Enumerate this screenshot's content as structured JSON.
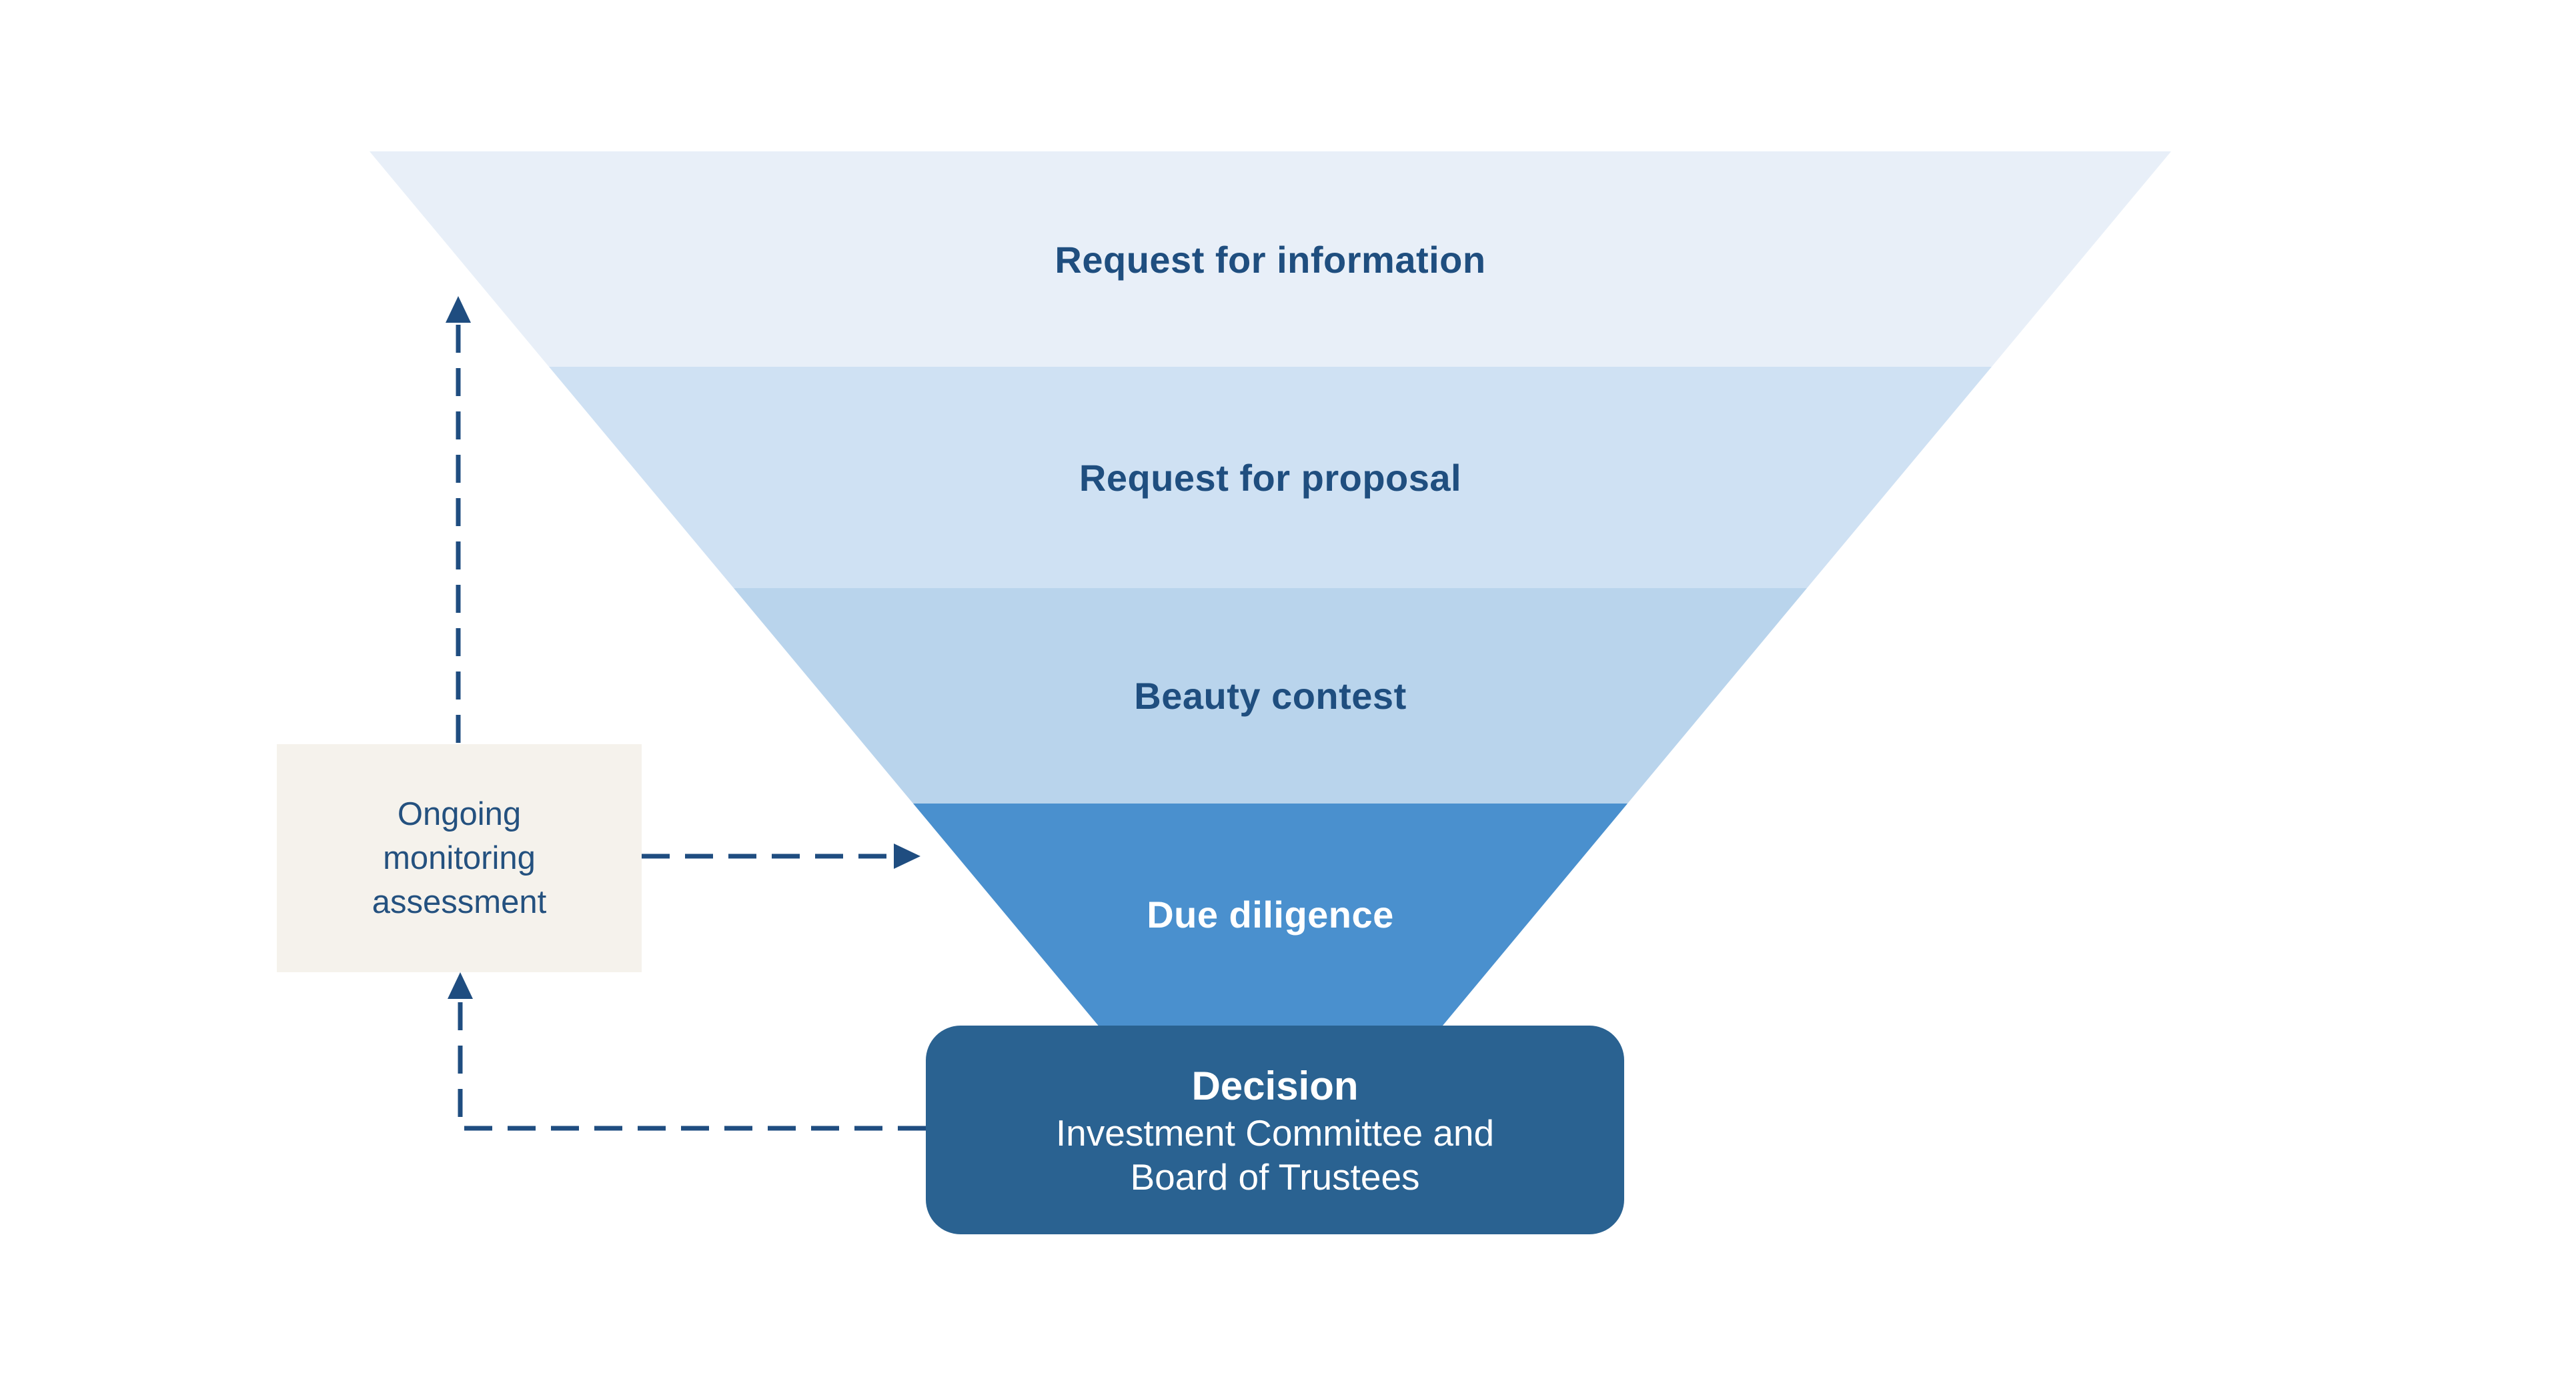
{
  "diagram": {
    "type": "funnel-process",
    "background_color": "#ffffff",
    "accent_navy": "#1f4d80"
  },
  "funnel": {
    "stages": [
      {
        "label": "Request for information",
        "color": "#e8eff8",
        "text_color": "#1f4e7f"
      },
      {
        "label": "Request for proposal",
        "color": "#cfe1f3",
        "text_color": "#1f4e7f"
      },
      {
        "label": "Beauty contest",
        "color": "#b9d4ec",
        "text_color": "#1f4e7f"
      },
      {
        "label": "Due diligence",
        "color": "#4a90ce",
        "text_color": "#ffffff"
      }
    ]
  },
  "decision": {
    "title": "Decision",
    "subtitle_line1": "Investment Committee and",
    "subtitle_line2": "Board of Trustees",
    "color": "#2a6291",
    "text_color": "#ffffff"
  },
  "side_box": {
    "line1": "Ongoing",
    "line2": "monitoring",
    "line3": "assessment",
    "color": "#f5f2ec",
    "text_color": "#24517f"
  },
  "arrows": {
    "color": "#1f4d80",
    "style": "dashed",
    "list": [
      {
        "name": "monitoring-up-arrow",
        "from": "side-box-top",
        "to": "upward (open end)"
      },
      {
        "name": "monitoring-to-funnel-arrow",
        "from": "side-box-right",
        "to": "due-diligence-stage"
      },
      {
        "name": "decision-to-monitoring-arrow",
        "from": "decision-box-left",
        "to": "side-box-bottom"
      }
    ]
  }
}
